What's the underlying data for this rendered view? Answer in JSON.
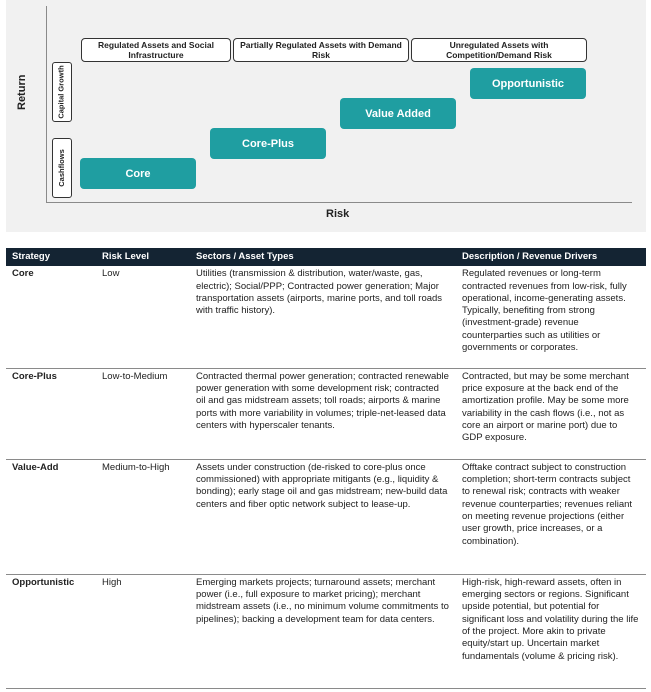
{
  "diagram": {
    "y_axis_title": "Return",
    "x_axis_title": "Risk",
    "return_bands": [
      "Capital Growth",
      "Cashflows"
    ],
    "asset_categories": [
      "Regulated Assets and Social Infrastructure",
      "Partially Regulated Assets with Demand Risk",
      "Unregulated Assets with Competition/Demand Risk"
    ],
    "strategy_steps": [
      "Core",
      "Core-Plus",
      "Value Added",
      "Opportunistic"
    ],
    "colors": {
      "step": "#1f9ea1",
      "header": "#142433",
      "panel": "#f1f1f1"
    }
  },
  "table": {
    "headers": [
      "Strategy",
      "Risk Level",
      "Sectors / Asset Types",
      "Description / Revenue Drivers"
    ],
    "rows": [
      {
        "strategy": "Core",
        "risk": "Low",
        "sectors": "Utilities (transmission & distribution, water/waste, gas, electric); Social/PPP; Contracted power generation; Major transportation assets (airports, marine ports, and toll roads with traffic history).",
        "description": "Regulated revenues or long-term contracted revenues from low-risk, fully operational, income-generating assets. Typically, benefiting from strong (investment-grade) revenue counterparties such as utilities or governments or corporates."
      },
      {
        "strategy": "Core-Plus",
        "risk": "Low-to-Medium",
        "sectors": "Contracted thermal power generation; contracted renewable power generation with some development risk; contracted oil and gas midstream assets; toll roads; airports & marine ports with more variability in volumes; triple-net-leased data centers with hyperscaler tenants.",
        "description": "Contracted, but may be some merchant price exposure at the back end of the amortization profile. May be some more variability in the cash flows (i.e., not as core an airport or marine port) due to GDP exposure."
      },
      {
        "strategy": "Value-Add",
        "risk": "Medium-to-High",
        "sectors": "Assets under construction (de-risked to core-plus once commissioned) with appropriate mitigants (e.g., liquidity & bonding); early stage oil and gas midstream; new-build data centers and fiber optic network subject to lease-up.",
        "description": "Offtake contract subject to construction completion; short-term contracts subject to renewal risk; contracts with weaker revenue counterparties; revenues reliant on meeting revenue projections (either user growth, price increases, or a combination)."
      },
      {
        "strategy": "Opportunistic",
        "risk": "High",
        "sectors": "Emerging markets projects; turnaround assets; merchant power (i.e., full exposure to market pricing); merchant midstream assets (i.e., no minimum volume commitments to pipelines); backing a development team for data centers.",
        "description": "High-risk, high-reward assets, often in emerging sectors or regions. Significant upside potential, but potential for significant loss and volatility during the life of the project. More akin to private equity/start up. Uncertain market fundamentals (volume & pricing risk)."
      }
    ]
  }
}
